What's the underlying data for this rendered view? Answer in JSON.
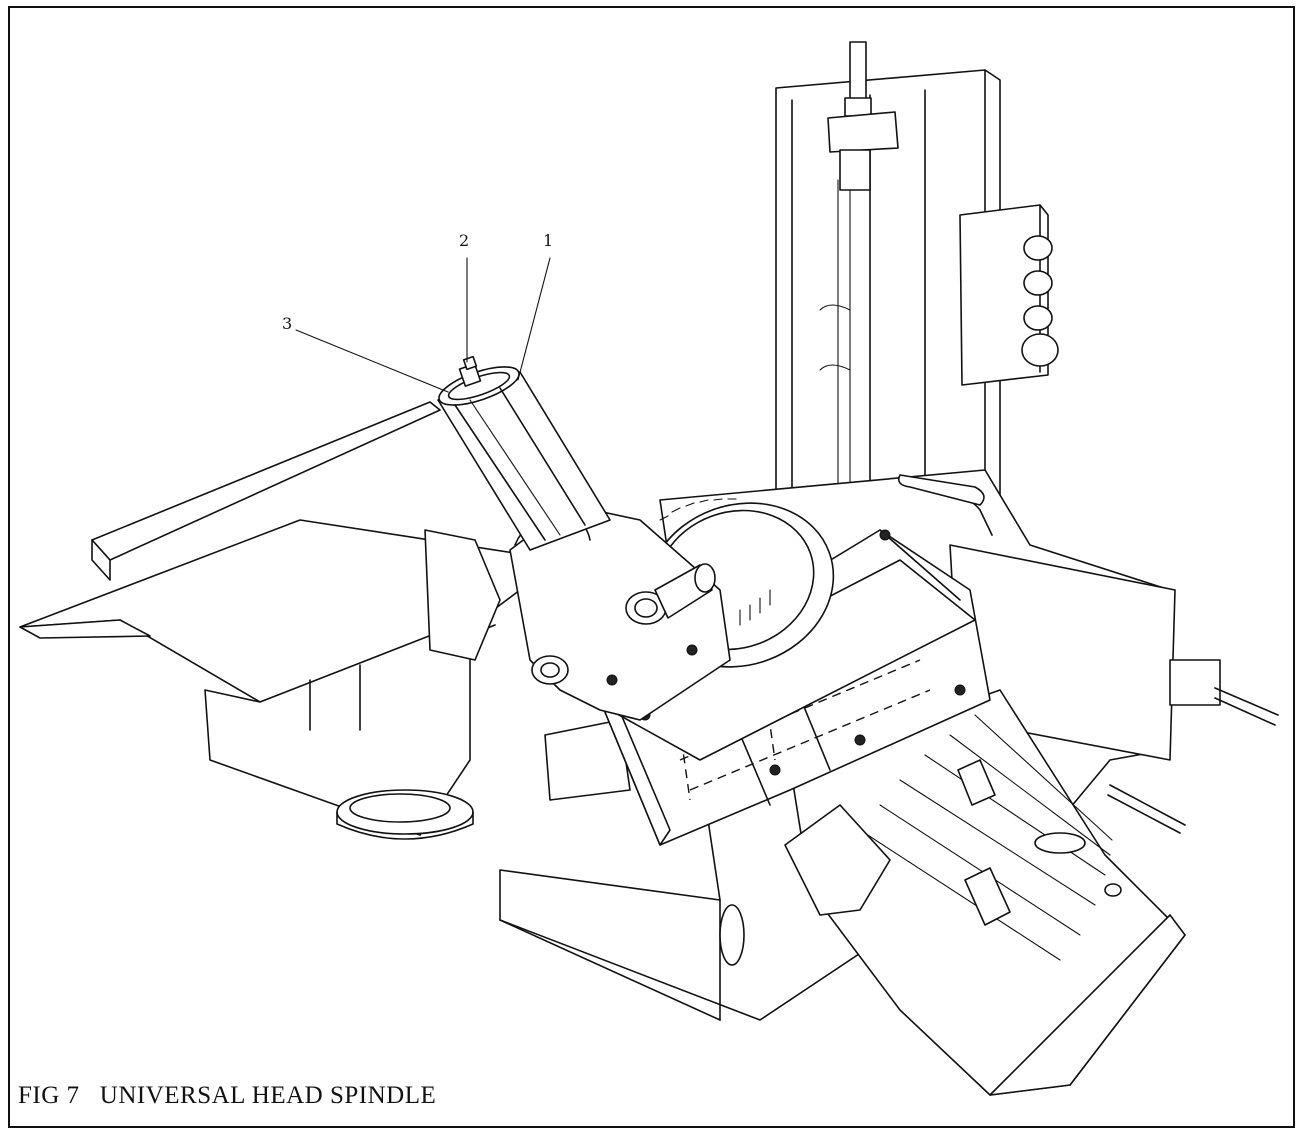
{
  "figure": {
    "caption": "FIG 7   UNIVERSAL HEAD SPINDLE",
    "callouts": [
      {
        "label": "1"
      },
      {
        "label": "2"
      },
      {
        "label": "3"
      }
    ]
  }
}
